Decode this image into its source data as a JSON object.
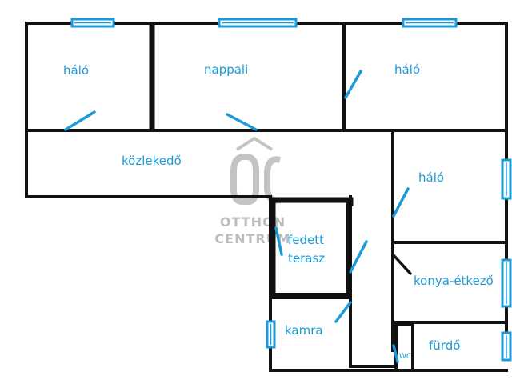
{
  "rooms": {
    "halo_1": "háló",
    "nappali": "nappali",
    "halo_2": "háló",
    "kozlekedo": "közlekedő",
    "halo_3": "háló",
    "fedett_terasz_line1": "fedett",
    "fedett_terasz_line2": "terasz",
    "konyha_etkezo": "konya-étkező",
    "kamra": "kamra",
    "furdo": "fürdő",
    "wc": "WC"
  },
  "watermark": {
    "line1": "OTTHON",
    "line2": "CENTRUM"
  },
  "colors": {
    "walls": "#111111",
    "windows_doors_labels": "#1a9bd7",
    "watermark": "#bdbdbd"
  }
}
